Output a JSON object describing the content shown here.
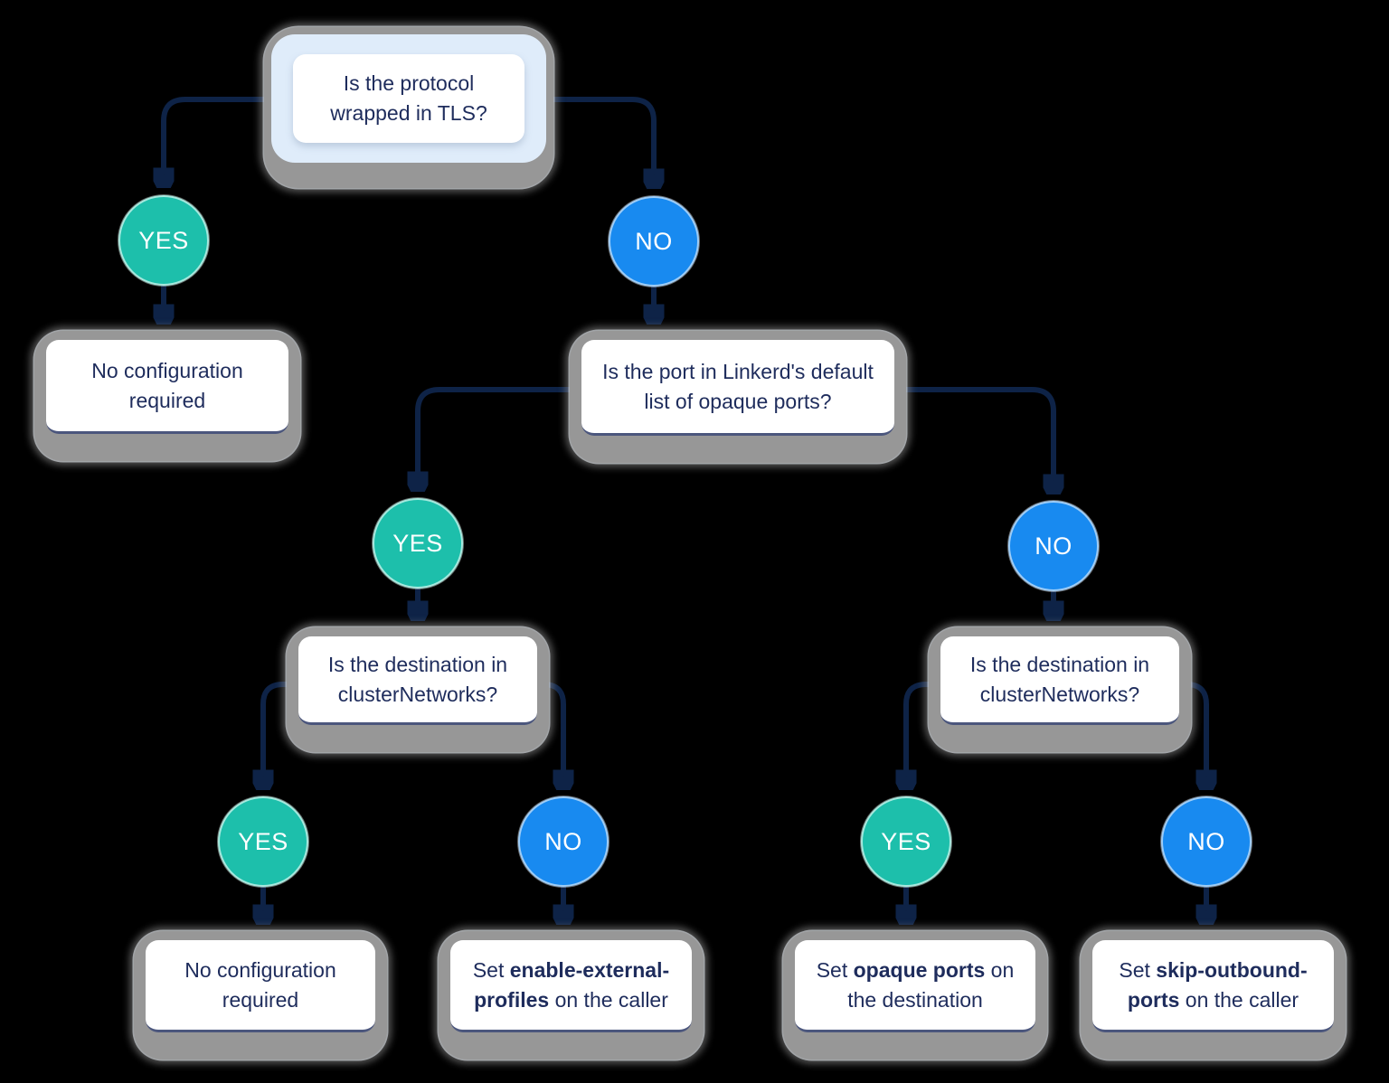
{
  "labels": {
    "yes": "YES",
    "no": "NO"
  },
  "colors": {
    "yes": "#1dbfab",
    "no": "#188af0",
    "line": "#0e2347",
    "text": "#1e2c5c",
    "root_bg": "#dfecfa",
    "shadow": "#979797"
  },
  "nodes": {
    "q_root": {
      "text": "Is the protocol wrapped in TLS?"
    },
    "q_opaque": {
      "text": "Is the port in Linkerd's default list of opaque ports?"
    },
    "q_cluster_left": {
      "text": "Is the destination in clusterNetworks?"
    },
    "q_cluster_right": {
      "text": "Is the destination in clusterNetworks?"
    },
    "r_no_config_1": {
      "text": "No configuration required"
    },
    "r_no_config_2": {
      "text": "No configuration required"
    },
    "r_enable_external": {
      "prefix": "Set ",
      "bold": "enable-external-profiles",
      "suffix": " on the caller"
    },
    "r_opaque_ports": {
      "prefix": "Set ",
      "bold": "opaque ports",
      "suffix": " on the destination"
    },
    "r_skip_outbound": {
      "prefix": "Set ",
      "bold": "skip-outbound-ports",
      "suffix": " on the caller"
    }
  }
}
